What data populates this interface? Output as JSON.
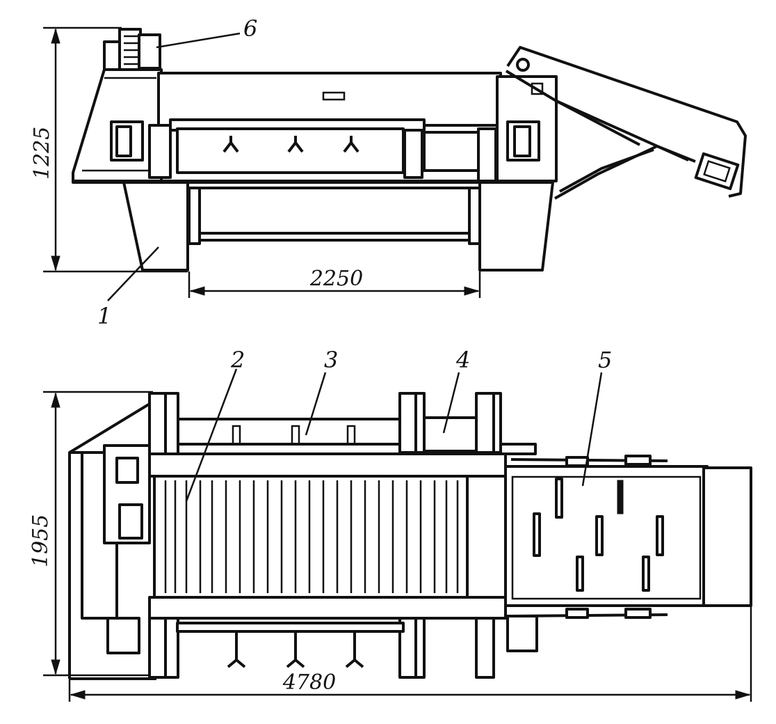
{
  "colors": {
    "ink": "#111111",
    "paper": "#ffffff"
  },
  "side_view": {
    "height_dim": "1225",
    "length_dim": "2250",
    "callout_frame": "1",
    "callout_drive": "6"
  },
  "plan_view": {
    "width_dim": "1955",
    "length_dim": "4780",
    "callout_belt": "2",
    "callout_hood": "3",
    "callout_roller": "4",
    "callout_table": "5"
  }
}
